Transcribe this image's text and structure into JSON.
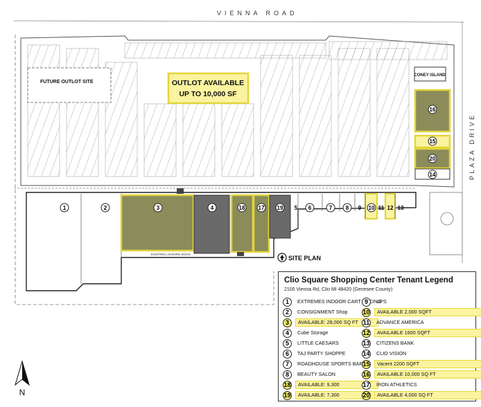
{
  "road_top": "VIENNA ROAD",
  "road_right": "PLAZA DRIVE",
  "future_outlot": "FUTURE OUTLOT SITE",
  "outlot_line1": "OUTLOT AVAILABLE",
  "outlot_line2": "UP TO 10,000 SF",
  "coney_island": "CONEY ISLAND",
  "site_plan": "SITE PLAN",
  "loading_dock": "EXISTING LOADING DOCK",
  "north": "N",
  "pads": {
    "p16": "16",
    "p15": "15",
    "p20": "20",
    "p14": "14"
  },
  "stores": [
    "1",
    "2",
    "3",
    "4",
    "18",
    "17",
    "19",
    "5",
    "6",
    "7",
    "8",
    "9",
    "10",
    "11",
    "12",
    "13"
  ],
  "legend": {
    "title": "Clio Square Shopping Center Tenant Legend",
    "subtitle": "2100 Vienna Rd, Clio MI 48420 (Genesee County)",
    "left": [
      {
        "num": "1",
        "text": "EXTREMES INDOOR CART RACING",
        "hl": false
      },
      {
        "num": "2",
        "text": "CONSIGNMENT Shop",
        "hl": false
      },
      {
        "num": "3",
        "text": "AVAILABLE: 28,000 SQ FT",
        "hl": true
      },
      {
        "num": "4",
        "text": "Cube Storage",
        "hl": false
      },
      {
        "num": "5",
        "text": "LITTLE CAESARS",
        "hl": false
      },
      {
        "num": "6",
        "text": "TAJ PARTY SHOPPE",
        "hl": false
      },
      {
        "num": "7",
        "text": "ROADHOUSE SPORTS BAR",
        "hl": false
      },
      {
        "num": "8",
        "text": "BEAUTY SALON",
        "hl": false
      },
      {
        "num": "18",
        "text": "AVAILABLE: 9,300",
        "hl": true
      },
      {
        "num": "19",
        "text": "AVAILABLE: 7,300",
        "hl": true
      }
    ],
    "right": [
      {
        "num": "9",
        "text": "UPS",
        "hl": false
      },
      {
        "num": "10",
        "text": "AVAILABLE 2,000 SQFT",
        "hl": true
      },
      {
        "num": "11",
        "text": "ADVANCE AMERICA",
        "hl": false
      },
      {
        "num": "12",
        "text": "AVAILABLE 1600 SQFT",
        "hl": true
      },
      {
        "num": "13",
        "text": "CITIZENS BANK",
        "hl": false
      },
      {
        "num": "14",
        "text": "CLIO VISION",
        "hl": false
      },
      {
        "num": "15",
        "text": "Vacent 2200 SQFT",
        "hl": true
      },
      {
        "num": "16",
        "text": "AVAILABLE 10,000 SQ FT",
        "hl": true
      },
      {
        "num": "17",
        "text": "IRON ATHLETICS",
        "hl": false
      },
      {
        "num": "20",
        "text": "AVAILABLE 4,000 SQ FT",
        "hl": true
      }
    ]
  }
}
